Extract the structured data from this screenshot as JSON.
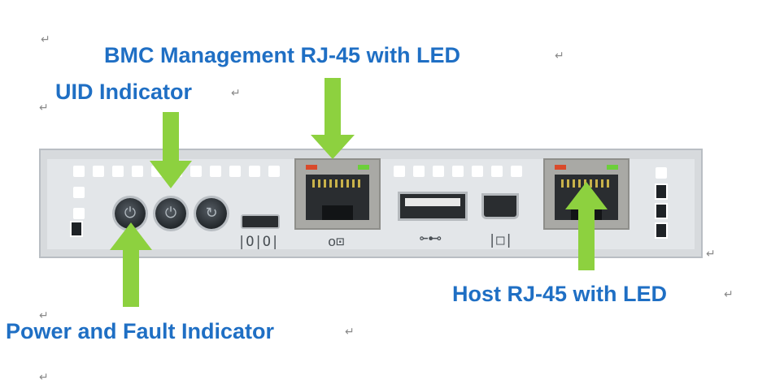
{
  "labels": {
    "bmc": "BMC Management RJ-45 with LED",
    "uid": "UID Indicator",
    "host": "Host RJ-45 with LED",
    "power": "Power and Fault Indicator"
  },
  "port_labels": {
    "serial": "|O|O|",
    "mgmt": "ᴏ⊡",
    "usb": "⟜⊷",
    "display": "|□|"
  },
  "colors": {
    "label": "#1f6fc4",
    "arrow": "#8dd13f",
    "led_amber": "#d94a2b",
    "led_green": "#6ccf3a"
  },
  "icons": [
    "power-icon",
    "uid-icon",
    "reset-icon"
  ]
}
